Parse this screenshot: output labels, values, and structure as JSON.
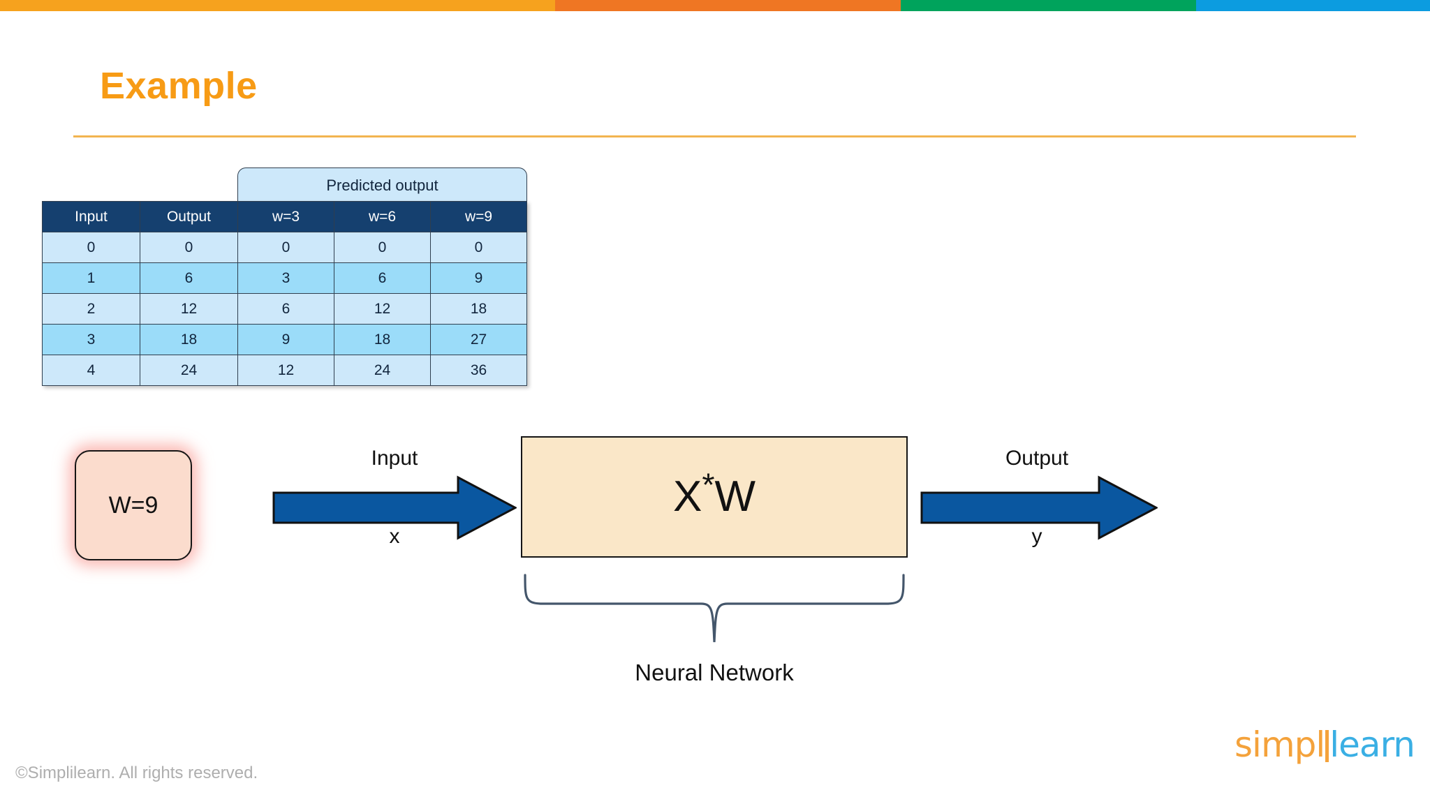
{
  "topbar": {
    "segments": [
      {
        "name": "yellow",
        "color": "#F6A21E"
      },
      {
        "name": "orange",
        "color": "#EF7623"
      },
      {
        "name": "green",
        "color": "#00A35C"
      },
      {
        "name": "blue",
        "color": "#0C9CE0"
      }
    ]
  },
  "header": {
    "title": "Example"
  },
  "table": {
    "banner_label": "Predicted output",
    "columns": [
      "Input",
      "Output",
      "w=3",
      "w=6",
      "w=9"
    ],
    "rows": [
      [
        "0",
        "0",
        "0",
        "0",
        "0"
      ],
      [
        "1",
        "6",
        "3",
        "6",
        "9"
      ],
      [
        "2",
        "12",
        "6",
        "12",
        "18"
      ],
      [
        "3",
        "18",
        "9",
        "18",
        "27"
      ],
      [
        "4",
        "24",
        "12",
        "24",
        "36"
      ]
    ],
    "header_color": "#15406F",
    "row_light_color": "#CDE8FA",
    "row_dark_color": "#9BDCF9",
    "banner_color": "#CDE8FA"
  },
  "diagram": {
    "weight_box": {
      "label": "W=9",
      "fill": "#FBDCCD",
      "glow": "#F88C82"
    },
    "input_arrow": {
      "top_label": "Input",
      "bottom_label": "x",
      "color": "#0A57A0"
    },
    "processor": {
      "formula_base": "X",
      "formula_sup": "*",
      "formula_tail": "W",
      "fill": "#FAE7C8"
    },
    "output_arrow": {
      "top_label": "Output",
      "bottom_label": "y",
      "color": "#0A57A0"
    },
    "brace_caption": "Neural Network",
    "brace_color": "#44566B"
  },
  "footer": {
    "copyright": "©Simplilearn. All rights reserved.",
    "logo": {
      "part1": "simpl",
      "part2": "learn",
      "part1_color": "#F4A23B",
      "part2_color": "#3AAFE4"
    }
  }
}
